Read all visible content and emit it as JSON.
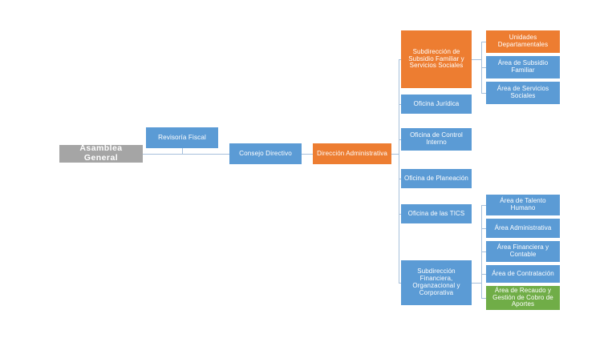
{
  "chart_data": {
    "type": "diagram",
    "title": "Organigrama",
    "orientation": "horizontal-left-to-right",
    "background": "#FFFFFF",
    "palette": {
      "blue": "#5B9BD5",
      "orange": "#ED7D31",
      "gray": "#A5A5A5",
      "green": "#70AD47",
      "connector": "#A6C0DC",
      "text": "#FFFFFF"
    },
    "nodes": [
      {
        "id": "asamblea",
        "label": "Asamblea General",
        "color": "#A5A5A5",
        "level": 0
      },
      {
        "id": "revisoria",
        "label": "Revisoría Fiscal",
        "color": "#5B9BD5",
        "level": 1
      },
      {
        "id": "consejo",
        "label": "Consejo Directivo",
        "color": "#5B9BD5",
        "level": 1
      },
      {
        "id": "direccion",
        "label": "Dirección Administrativa",
        "color": "#ED7D31",
        "level": 2
      },
      {
        "id": "sub_subsidio",
        "label": "Subdirección de Subsidio Familiar y Servicios Sociales",
        "color": "#ED7D31",
        "level": 3
      },
      {
        "id": "unidades",
        "label": "Unidades Departamentales",
        "color": "#ED7D31",
        "level": 4
      },
      {
        "id": "area_subsidio",
        "label": "Área de Subsidio Familiar",
        "color": "#5B9BD5",
        "level": 4
      },
      {
        "id": "area_servicios",
        "label": "Área de Servicios Sociales",
        "color": "#5B9BD5",
        "level": 4
      },
      {
        "id": "juridica",
        "label": "Oficina Jurídica",
        "color": "#5B9BD5",
        "level": 3
      },
      {
        "id": "control",
        "label": "Oficina de Control Interno",
        "color": "#5B9BD5",
        "level": 3
      },
      {
        "id": "planeacion",
        "label": "Oficina de Planeación",
        "color": "#5B9BD5",
        "level": 3
      },
      {
        "id": "tics",
        "label": "Oficina de las TICS",
        "color": "#5B9BD5",
        "level": 3
      },
      {
        "id": "sub_financiera",
        "label": "Subdirección Financiera, Organzacional y Corporativa",
        "color": "#5B9BD5",
        "level": 3
      },
      {
        "id": "talento",
        "label": "Área de Talento Humano",
        "color": "#5B9BD5",
        "level": 4
      },
      {
        "id": "administrativa",
        "label": "Área Administrativa",
        "color": "#5B9BD5",
        "level": 4
      },
      {
        "id": "financiera",
        "label": "Área Financiera y Contable",
        "color": "#5B9BD5",
        "level": 4
      },
      {
        "id": "contratacion",
        "label": "Área de Contratación",
        "color": "#5B9BD5",
        "level": 4
      },
      {
        "id": "recaudo",
        "label": "Área de Recaudo y Gestión de Cobro de Aportes",
        "color": "#70AD47",
        "level": 4
      }
    ],
    "edges": [
      {
        "from": "asamblea",
        "to": "revisoria"
      },
      {
        "from": "asamblea",
        "to": "consejo"
      },
      {
        "from": "consejo",
        "to": "direccion"
      },
      {
        "from": "direccion",
        "to": "sub_subsidio"
      },
      {
        "from": "direccion",
        "to": "juridica"
      },
      {
        "from": "direccion",
        "to": "control"
      },
      {
        "from": "direccion",
        "to": "planeacion"
      },
      {
        "from": "direccion",
        "to": "tics"
      },
      {
        "from": "direccion",
        "to": "sub_financiera"
      },
      {
        "from": "sub_subsidio",
        "to": "unidades"
      },
      {
        "from": "sub_subsidio",
        "to": "area_subsidio"
      },
      {
        "from": "sub_subsidio",
        "to": "area_servicios"
      },
      {
        "from": "sub_financiera",
        "to": "talento"
      },
      {
        "from": "sub_financiera",
        "to": "administrativa"
      },
      {
        "from": "sub_financiera",
        "to": "financiera"
      },
      {
        "from": "sub_financiera",
        "to": "contratacion"
      },
      {
        "from": "sub_financiera",
        "to": "recaudo"
      }
    ]
  },
  "nodes": {
    "asamblea": "Asamblea General",
    "revisoria": "Revisoría Fiscal",
    "consejo": "Consejo Directivo",
    "direccion": "Dirección Administrativa",
    "sub_subsidio": "Subdirección de Subsidio Familiar y Servicios Sociales",
    "unidades": "Unidades Departamentales",
    "area_subsidio": "Área de Subsidio Familiar",
    "area_servicios": "Área de Servicios Sociales",
    "juridica": "Oficina Jurídica",
    "control": "Oficina de Control Interno",
    "planeacion": "Oficina de Planeación",
    "tics": "Oficina de las TICS",
    "sub_financiera": "Subdirección Financiera, Organzacional y Corporativa",
    "talento": "Área de Talento Humano",
    "administrativa": "Área Administrativa",
    "financiera": "Área Financiera y Contable",
    "contratacion": "Área de Contratación",
    "recaudo": "Área de Recaudo y Gestión de Cobro de Aportes"
  }
}
